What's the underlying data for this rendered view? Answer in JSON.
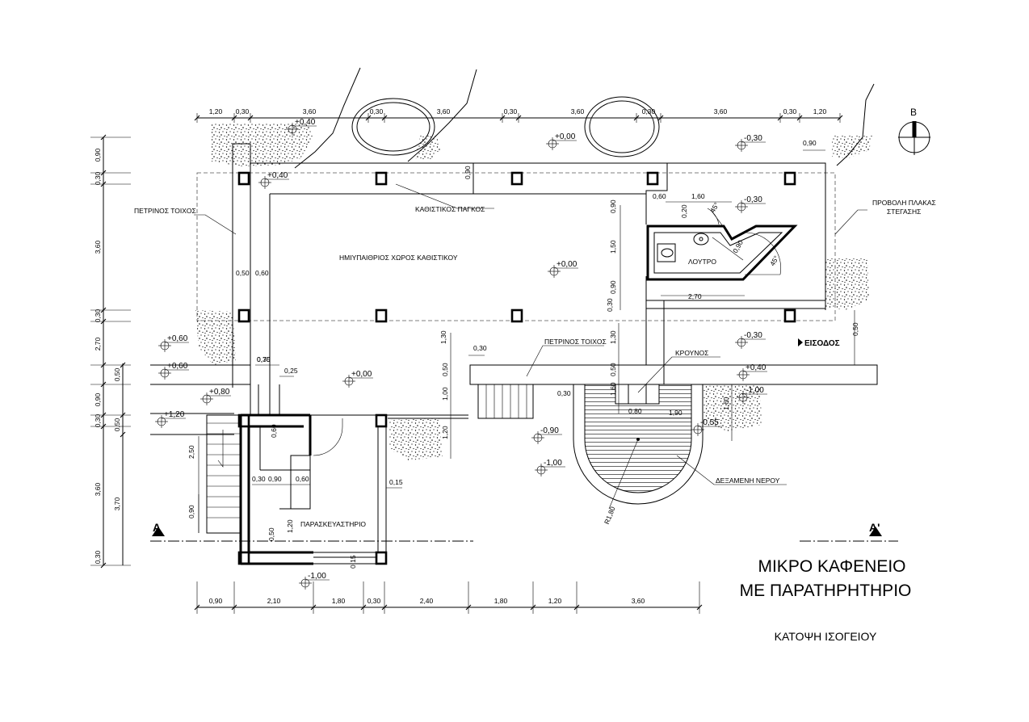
{
  "title": {
    "line1": "ΜΙΚΡΟ ΚΑΦΕΝΕΙΟ",
    "line2": "ΜΕ ΠΑΡΑΤΗΡΗΤΗΡΙΟ",
    "subtitle": "ΚΑΤΟΨΗ ΙΣΟΓΕΙΟΥ"
  },
  "north": {
    "label": "Β"
  },
  "section": {
    "a": "Α",
    "a_prime": "Α'"
  },
  "labels": {
    "stone_wall_1": "ΠΕΤΡΙΝΟΣ ΤΟΙΧΟΣ",
    "bench": "ΚΑΘΙΣΤΙΚΟΣ ΠΑΓΚΟΣ",
    "roof_projection_1": "ΠΡΟΒΟΛΗ ΠΛΑΚΑΣ",
    "roof_projection_2": "ΣΤΕΓΑΣΗΣ",
    "seating": "ΗΜΙΥΠΑΙΘΡΙΟΣ ΧΩΡΟΣ ΚΑΘΙΣΤΙΚΟΥ",
    "wc": "ΛΟΥΤΡΟ",
    "stone_wall_2": "ΠΕΤΡΙΝΟΣ ΤΟΙΧΟΣ",
    "fountain": "ΚΡΟΥΝΟΣ",
    "entrance": "ΕΙΣΟΔΟΣ",
    "kitchen": "ΠΑΡΑΣΚΕΥΑΣΤΗΡΙΟ",
    "tank": "ΔΕΞΑΜΕΝΗ ΝΕΡΟΥ",
    "radius": "R1,80"
  },
  "levels": {
    "l1": "+0,40",
    "l2": "+0,00",
    "l3": "-0,30",
    "l4": "+0,40",
    "l5": "-0,30",
    "l6": "+0,00",
    "l7": "-0,30",
    "l8": "+0,60",
    "l9": "+0,60",
    "l10": "+0,00",
    "l11": "+0,80",
    "l12": "+1,20",
    "l13": "+0,40",
    "l14": "-1,00",
    "l15": "-0,55",
    "l16": "-0,90",
    "l17": "-1,00",
    "l18": "-1,00"
  },
  "dims_top": [
    "1,20",
    "0,30",
    "3,60",
    "0,30",
    "3,60",
    "0,30",
    "3,60",
    "0,30",
    "3,60",
    "0,30",
    "1,20"
  ],
  "dims_bottom": [
    "0,90",
    "2,10",
    "1,80",
    "0,30",
    "2,40",
    "1,80",
    "1,20",
    "3,60"
  ],
  "dims_left": [
    "0,90",
    "0,30",
    "3,60",
    "0,30",
    "2,70",
    "0,50",
    "0,90",
    "0,30",
    "0,50",
    "3,60",
    "0,30",
    "3,70"
  ],
  "dims_inner": {
    "d_090a": "0,90",
    "d_060a": "0,60",
    "d_160a": "1,60",
    "d_020": "0,20",
    "d_45a": "45°",
    "d_090b": "0,90",
    "d_090c": "0,90",
    "d_150": "1,50",
    "d_45b": "45°",
    "d_090d": "0,90",
    "d_270": "2,70",
    "d_030a": "0,30",
    "d_050a": "0,50",
    "d_060b": "0,60",
    "d_130a": "1,30",
    "d_130b": "1,30",
    "d_030b": "0,30",
    "d_075": "0,75",
    "d_025": "0,25",
    "d_050b": "0,50",
    "d_100": "1,00",
    "d_120a": "1,20",
    "d_050c": "0,50",
    "d_030c": "0,30",
    "d_080": "0,80",
    "d_190": "1,90",
    "d_160b": "1,60",
    "d_160c": "1,60",
    "d_060c": "0,60",
    "d_250": "2,50",
    "d_030d": "0,30",
    "d_090e": "0,90",
    "d_060d": "0,60",
    "d_015a": "0,15",
    "d_090f": "0,90",
    "d_120b": "1,20",
    "d_050d": "0,50",
    "d_015b": "0,15",
    "d_050e": "0,50",
    "d_090g": "0,90",
    "d_030e": "0,30"
  }
}
